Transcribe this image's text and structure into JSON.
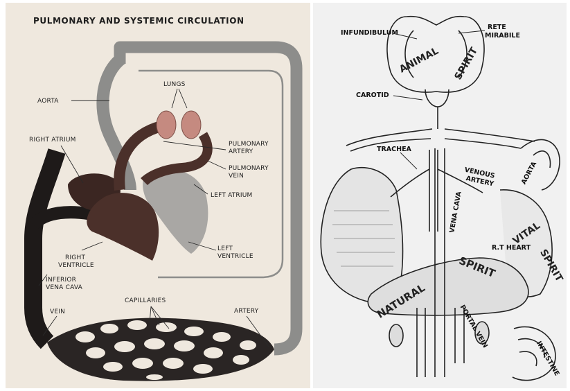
{
  "left": {
    "title": "PULMONARY AND SYSTEMIC CIRCULATION",
    "labels": {
      "lungs": "LUNGS",
      "aorta": "AORTA",
      "right_atrium": "RIGHT ATRIUM",
      "pulmonary_artery_1": "PULMONARY",
      "pulmonary_artery_2": "ARTERY",
      "pulmonary_vein_1": "PULMONARY",
      "pulmonary_vein_2": "VEIN",
      "left_atrium": "LEFT ATRIUM",
      "right_ventricle_1": "RIGHT",
      "right_ventricle_2": "VENTRICLE",
      "left_ventricle_1": "LEFT",
      "left_ventricle_2": "VENTRICLE",
      "inferior_vena_cava_1": "INFERIOR",
      "inferior_vena_cava_2": "VENA CAVA",
      "capillaries": "CAPILLARIES",
      "vein": "VEIN",
      "artery": "ARTERY"
    }
  },
  "right": {
    "labels": {
      "infundibulum": "INFUNDIBULUM",
      "rete_1": "RETE",
      "rete_2": "MIRABILE",
      "animal": "ANIMAL",
      "spirit_top": "SPIRIT",
      "carotid": "CAROTID",
      "trachea": "TRACHEA",
      "venous_1": "VENOUS",
      "venous_2": "ARTERY",
      "aorta": "AORTA",
      "vena_cava": "VENA CAVA",
      "vital": "VITAL",
      "spirit_mid": "SPIRIT",
      "r_heart": "R.T HEART",
      "natural": "NATURAL",
      "spirit_bottom": "SPIRIT",
      "portal_vein": "PORTAL VEIN",
      "intestine": "INTESTINE"
    }
  },
  "colors": {
    "left_bg": "#efe8de",
    "right_bg": "#f1f1f1",
    "venous": "#1e1a19",
    "arterial": "#8d8d8b",
    "heart_right": "#4b302a",
    "heart_left": "#a9a7a4",
    "lungs": "#c58a80"
  }
}
